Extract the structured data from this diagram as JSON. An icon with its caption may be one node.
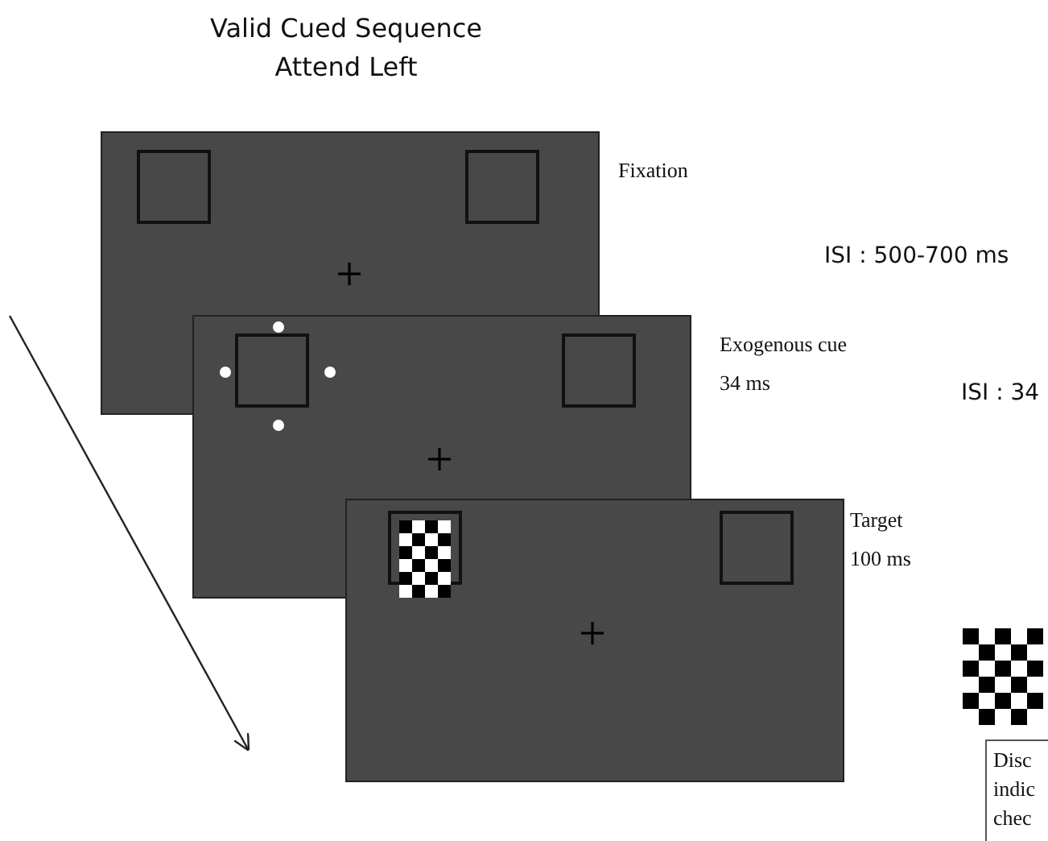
{
  "diagram": {
    "title": "Valid Cued Sequence Attend Left",
    "nodes": [
      {
        "text": [
          "Disc indic chec"
        ]
      }
    ],
    "labels": [
      "Fixation",
      "ISI : 500-700 ms",
      "Exogenous cue",
      "34 ms",
      "ISI : 34",
      "Target",
      "100 ms"
    ]
  }
}
